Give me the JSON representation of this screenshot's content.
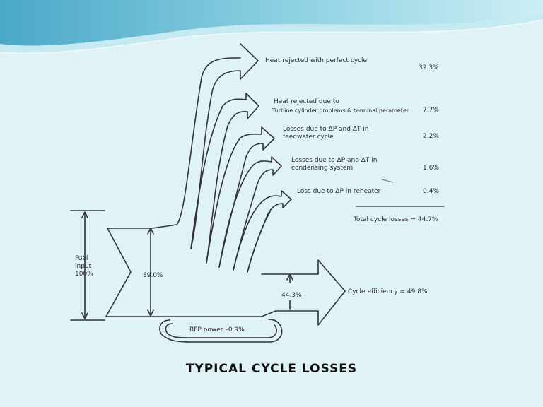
{
  "slide": {
    "title": "TYPICAL CYCLE LOSSES"
  },
  "diagram": {
    "heat_rejected_perfect": {
      "label": "Heat rejected with perfect cycle",
      "value": "32.3%"
    },
    "heat_rejected_turbine": {
      "label_line1": "Heat rejected due to",
      "label_line2": "Turbine cylinder problems & terminal perameter",
      "value": "7.7%"
    },
    "losses_feedwater": {
      "label": "Losses due to ΔP and ΔT in\nfeedwater cycle",
      "value": "2.2%"
    },
    "losses_condensing": {
      "label": "Losses due to ΔP and ΔT in\ncondensing system",
      "value": "1.6%"
    },
    "loss_reheater": {
      "label": "Loss due to ΔP in reheater",
      "value": "0.4%"
    },
    "total_losses": "Total cycle losses  =  44.7%",
    "fuel_input": "Fuel\ninput\n100%",
    "after_bfp": "89.0%",
    "output_width": "44.3%",
    "cycle_efficiency": "Cycle efficiency  =  49.8%",
    "bfp_power": "BFP power –0.9%"
  },
  "colors": {
    "background": "#dff3f7",
    "wave_dark": "#5fb6cf",
    "wave_light": "#a9dde9",
    "ink": "#2b2b2b"
  }
}
